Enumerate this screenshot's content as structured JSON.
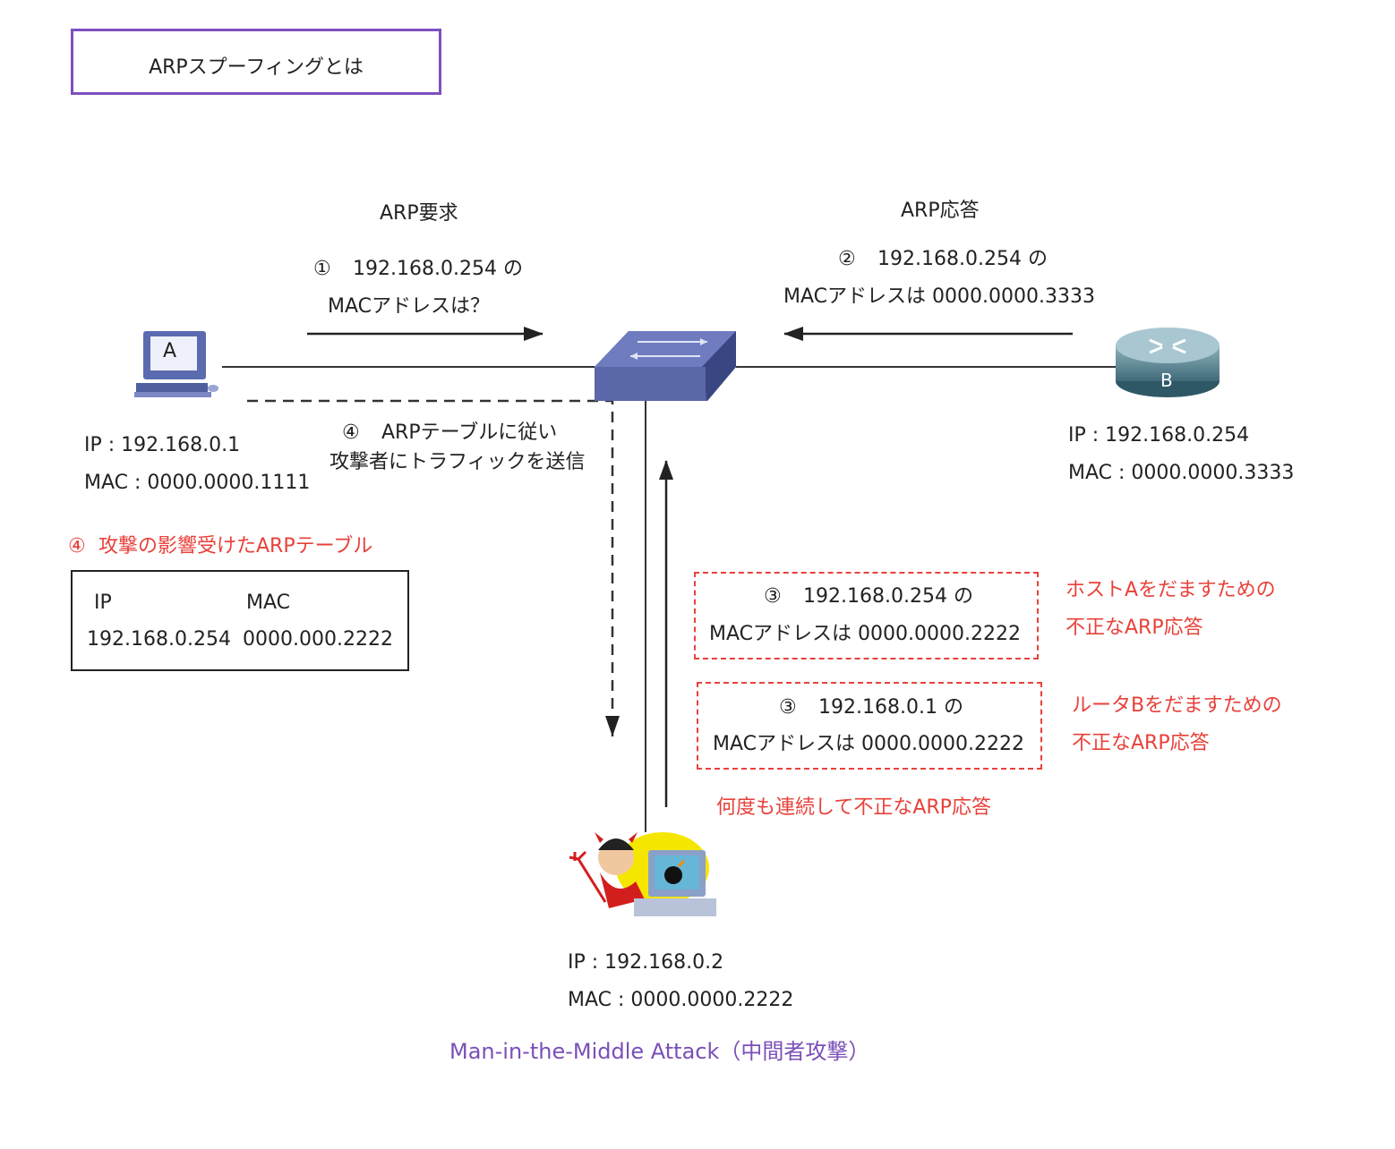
{
  "title": "ARPスプーフィングとは",
  "arp_request": {
    "label": "ARP要求",
    "step": "①",
    "line1": "192.168.0.254 の",
    "line2": "MACアドレスは？"
  },
  "arp_reply": {
    "label": "ARP応答",
    "step": "②",
    "line1": "192.168.0.254 の",
    "line2": "MACアドレスは 0000.0000.3333"
  },
  "host_a": {
    "icon_letter": "A",
    "ip": "IP : 192.168.0.1",
    "mac": "MAC : 0000.0000.1111"
  },
  "router_b": {
    "icon_letter": "B",
    "ip": "IP : 192.168.0.254",
    "mac": "MAC : 0000.0000.3333"
  },
  "attacker": {
    "ip": "IP : 192.168.0.2",
    "mac": "MAC : 0000.0000.2222"
  },
  "step4_traffic": {
    "step": "④",
    "line1": "ARPテーブルに従い",
    "line2": "攻撃者にトラフィックを送信"
  },
  "affected_table": {
    "caption_step": "④",
    "caption": "攻撃の影響受けたARPテーブル",
    "col_ip": "IP",
    "col_mac": "MAC",
    "row_ip": "192.168.0.254",
    "row_mac": "0000.000.2222"
  },
  "spoof1": {
    "step": "③",
    "line1": "192.168.0.254 の",
    "line2": "MACアドレスは 0000.0000.2222",
    "note1": "ホストAをだますための",
    "note2": "不正なARP応答"
  },
  "spoof2": {
    "step": "③",
    "line1": "192.168.0.1 の",
    "line2": "MACアドレスは 0000.0000.2222",
    "note1": "ルータBをだますための",
    "note2": "不正なARP応答"
  },
  "repeat_note": "何度も連続して不正なARP応答",
  "footer": "Man-in-the-Middle Attack（中間者攻撃）",
  "colors": {
    "accent_purple": "#7e4fc0",
    "warning_red": "#e8413a",
    "switch_blue": "#5a67a8"
  }
}
